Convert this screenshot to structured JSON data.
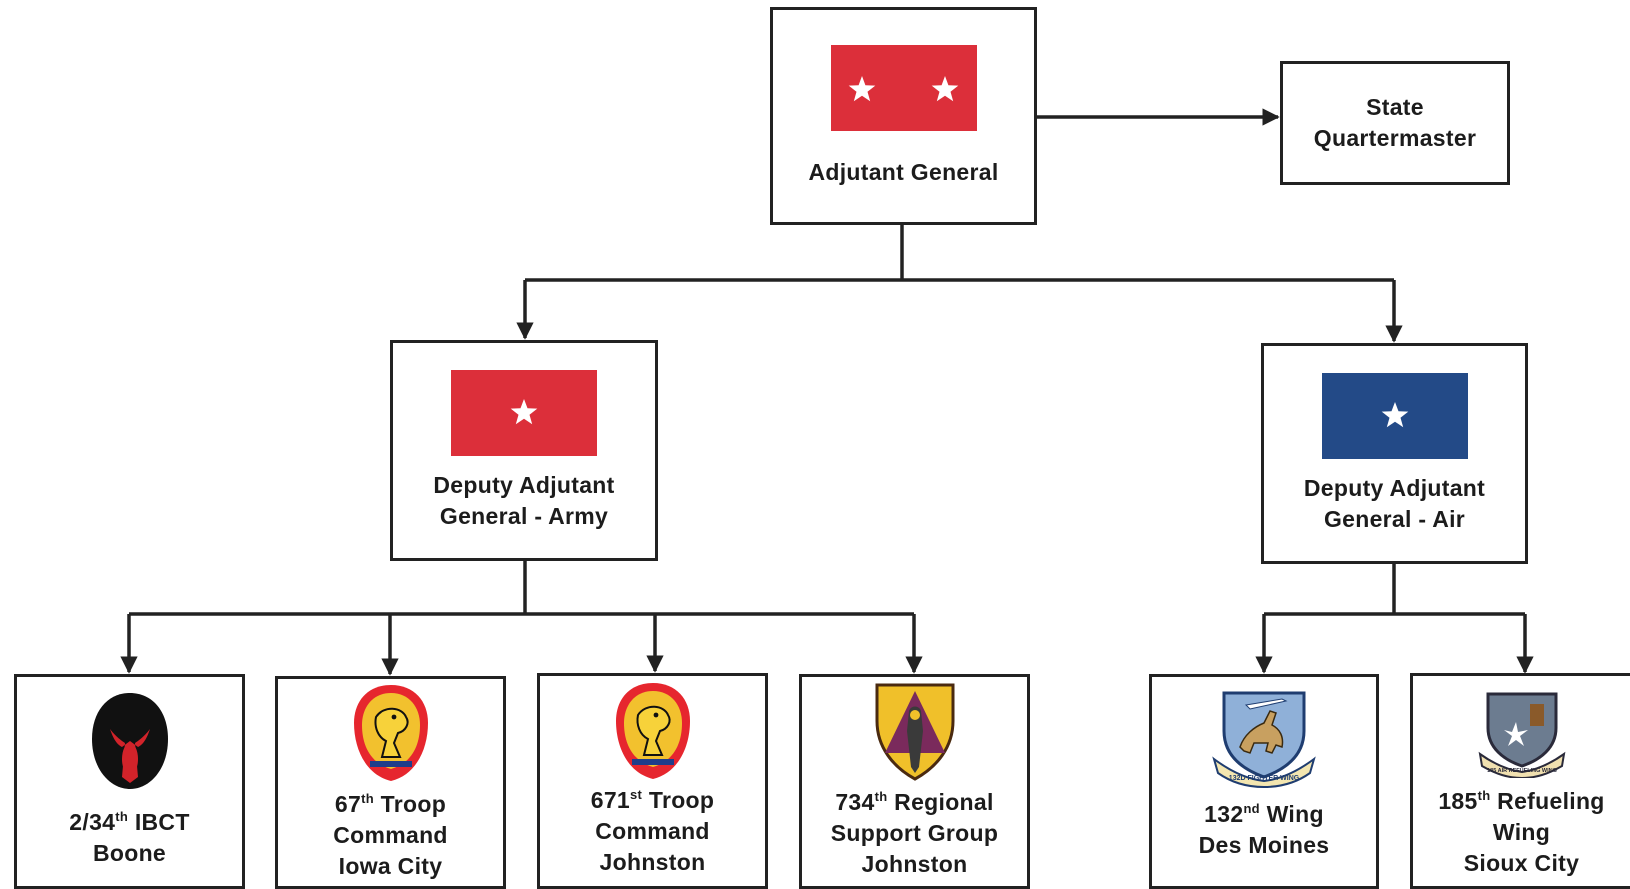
{
  "colors": {
    "army_flag": "#dc2f3a",
    "air_flag": "#234a87",
    "line": "#222222"
  },
  "adjutant_general": {
    "label": "Adjutant General",
    "flag": "two-star-red-flag"
  },
  "state_quartermaster": {
    "line1": "State",
    "line2": "Quartermaster"
  },
  "dag_army": {
    "line1": "Deputy Adjutant",
    "line2": "General - Army",
    "flag": "one-star-red-flag"
  },
  "dag_air": {
    "line1": "Deputy Adjutant",
    "line2": "General - Air",
    "flag": "one-star-blue-flag"
  },
  "units": {
    "u1": {
      "num": "2/34",
      "sup": "th",
      "rest": " IBCT",
      "line2": "Boone",
      "icon": "red-bull-patch-icon"
    },
    "u2": {
      "num": "67",
      "sup": "th",
      "rest": " Troop",
      "line2": "Command",
      "line3": "Iowa City",
      "icon": "eagle-patch-icon"
    },
    "u3": {
      "num": "671",
      "sup": "st",
      "rest": " Troop",
      "line2": "Command",
      "line3": "Johnston",
      "icon": "eagle-patch-icon"
    },
    "u4": {
      "num": "734",
      "sup": "th",
      "rest": " Regional",
      "line2": "Support Group",
      "line3": "Johnston",
      "icon": "support-group-shield-icon"
    },
    "u5": {
      "num": "132",
      "sup": "nd",
      "rest": " Wing",
      "line2": "Des Moines",
      "icon": "fighter-wing-emblem-icon"
    },
    "u6": {
      "num": "185",
      "sup": "th",
      "rest": " Refueling",
      "line2": "Wing",
      "line3": "Sioux City",
      "icon": "refueling-wing-emblem-icon"
    }
  },
  "emblem_text": {
    "fighter_wing": "132D FIGHTER WING",
    "refueling_wing": "185 AIR REFUELING WING"
  }
}
